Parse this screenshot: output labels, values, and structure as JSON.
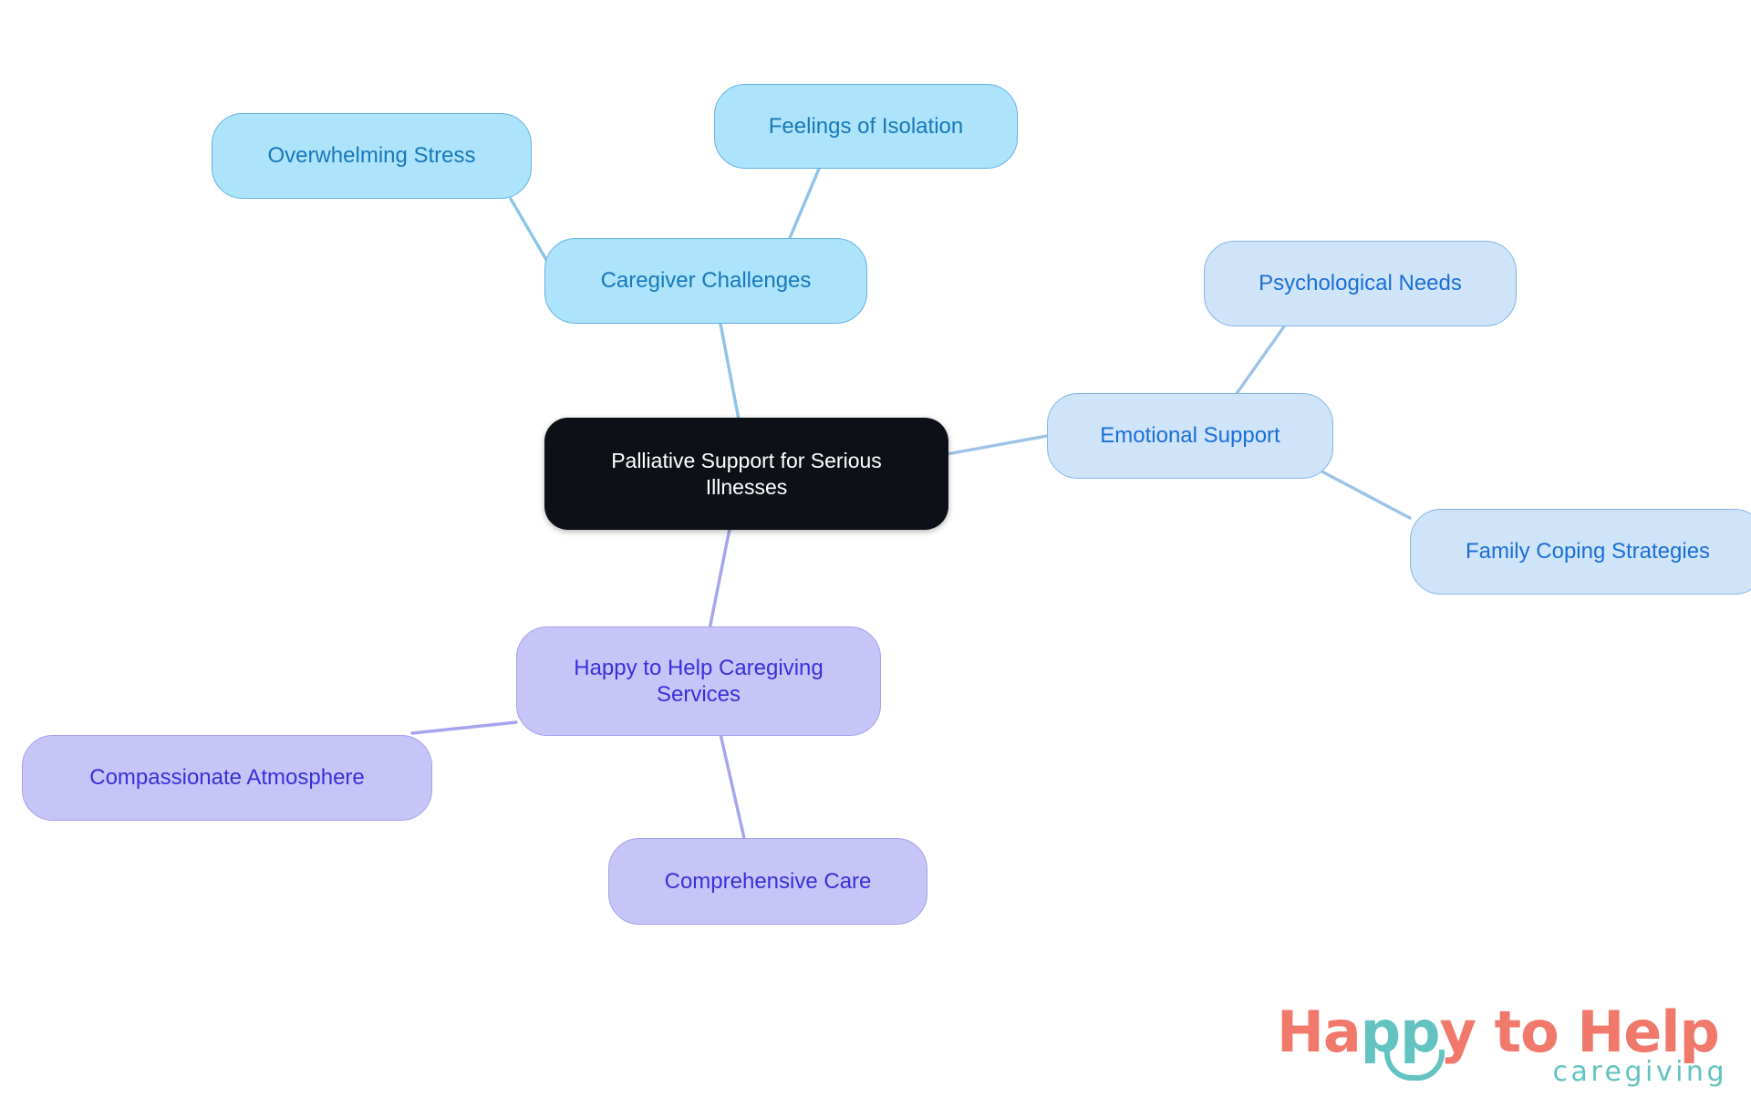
{
  "diagram": {
    "type": "mindmap",
    "title": "Palliative Support for Serious Illnesses",
    "background": "#ffffff",
    "root": {
      "id": "root",
      "label": "Palliative Support for Serious\nIllnesses",
      "fill": "#0d1117",
      "text_color": "#ffffff",
      "border": "#0d1117"
    },
    "branches": [
      {
        "id": "caregiver-challenges",
        "label": "Caregiver Challenges",
        "fill": "#ade3fb",
        "border": "#63b3e4",
        "text_color": "#1878b9",
        "edge_color": "#8cc4ea",
        "children": [
          {
            "id": "overwhelming-stress",
            "label": "Overwhelming Stress",
            "fill": "#ade3fb",
            "border": "#63b3e4",
            "text_color": "#1878b9",
            "edge_color": "#8cc4ea"
          },
          {
            "id": "feelings-of-isolation",
            "label": "Feelings of Isolation",
            "fill": "#ade3fb",
            "border": "#63b3e4",
            "text_color": "#1878b9",
            "edge_color": "#8cc4ea"
          }
        ]
      },
      {
        "id": "emotional-support",
        "label": "Emotional Support",
        "fill": "#cfe3f9",
        "border": "#85b6e6",
        "text_color": "#1a6fd4",
        "edge_color": "#8fbbe6",
        "children": [
          {
            "id": "psychological-needs",
            "label": "Psychological Needs",
            "fill": "#cfe3f9",
            "border": "#85b6e6",
            "text_color": "#1a6fd4",
            "edge_color": "#8fbbe6"
          },
          {
            "id": "family-coping-strategies",
            "label": "Family Coping Strategies",
            "fill": "#cfe3f9",
            "border": "#85b6e6",
            "text_color": "#1a6fd4",
            "edge_color": "#8fbbe6"
          }
        ]
      },
      {
        "id": "happy-to-help-caregiving-services",
        "label": "Happy to Help Caregiving\nServices",
        "fill": "#c7c5f7",
        "border": "#a3a0ef",
        "text_color": "#3a2edc",
        "edge_color": "#a6a4ee",
        "children": [
          {
            "id": "compassionate-atmosphere",
            "label": "Compassionate Atmosphere",
            "fill": "#c7c5f7",
            "border": "#a3a0ef",
            "text_color": "#3a2edc",
            "edge_color": "#a6a4ee"
          },
          {
            "id": "comprehensive-care",
            "label": "Comprehensive Care",
            "fill": "#c7c5f7",
            "border": "#a3a0ef",
            "text_color": "#3a2edc",
            "edge_color": "#a6a4ee"
          }
        ]
      }
    ]
  },
  "logo": {
    "word_happy": "Happy",
    "word_pp": "pp",
    "word_happy_tail": "y",
    "word_ha": "Ha",
    "word_to_help": " to Help",
    "subtitle": "caregiving",
    "color_coral": "#f0796b",
    "color_teal": "#63c3c1"
  }
}
